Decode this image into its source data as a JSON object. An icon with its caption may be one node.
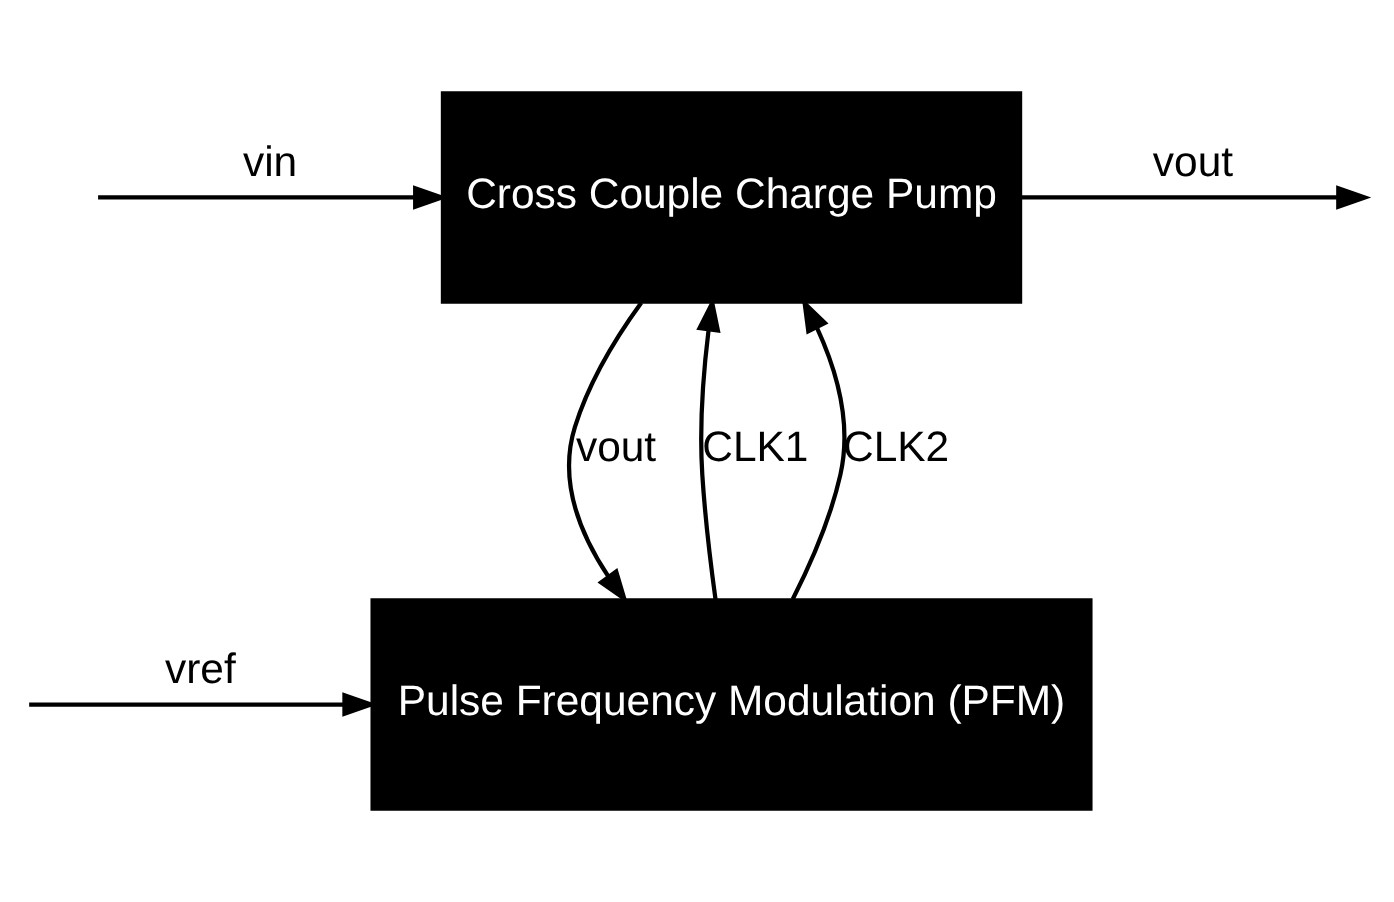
{
  "diagram": {
    "nodes": [
      {
        "text": [
          "Cross Couple Charge Pump"
        ]
      },
      {
        "text": [
          "Pulse Frequency Modulation (PFM)"
        ]
      }
    ],
    "edges": [
      {
        "from": 0,
        "to": null,
        "arrow": "to",
        "label": "vout"
      },
      {
        "from": null,
        "to": 0,
        "arrow": "to",
        "label": "vin"
      },
      {
        "from": 1,
        "to": 0,
        "arrow": "to",
        "label": "CLK1"
      },
      {
        "from": 1,
        "to": 0,
        "arrow": "to",
        "label": "CLK2"
      },
      {
        "from": 0,
        "to": 1,
        "arrow": "to",
        "label": "vout"
      },
      {
        "from": null,
        "to": 1,
        "arrow": "to",
        "label": "vref"
      }
    ]
  }
}
